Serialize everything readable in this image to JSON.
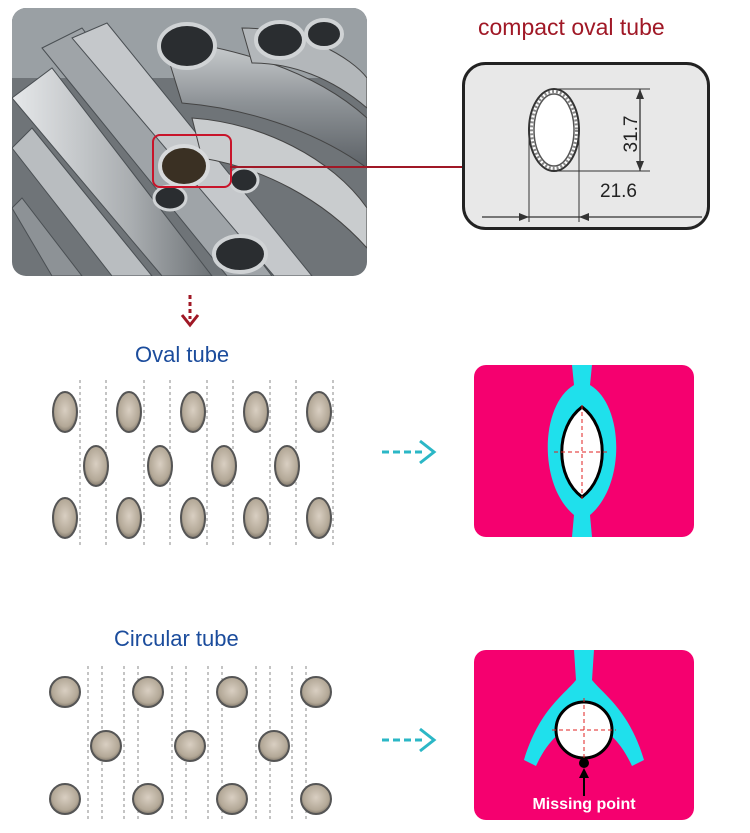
{
  "header": {
    "title": "compact oval tube"
  },
  "dimensions": {
    "height": "31.7",
    "width": "21.6"
  },
  "sections": {
    "oval": {
      "title": "Oval tube"
    },
    "circular": {
      "title": "Circular tube"
    }
  },
  "annotations": {
    "missing_point": "Missing point"
  },
  "colors": {
    "accent_red": "#a01826",
    "title_blue": "#1b4c9c",
    "panel_pink": "#f5006f",
    "fin_cyan": "#1fe0ec",
    "arrow_teal": "#2bb7c6"
  },
  "icons": {
    "down_arrow": "dotted-down-arrow-icon",
    "flow_arrow": "dashed-right-arrow-icon"
  }
}
